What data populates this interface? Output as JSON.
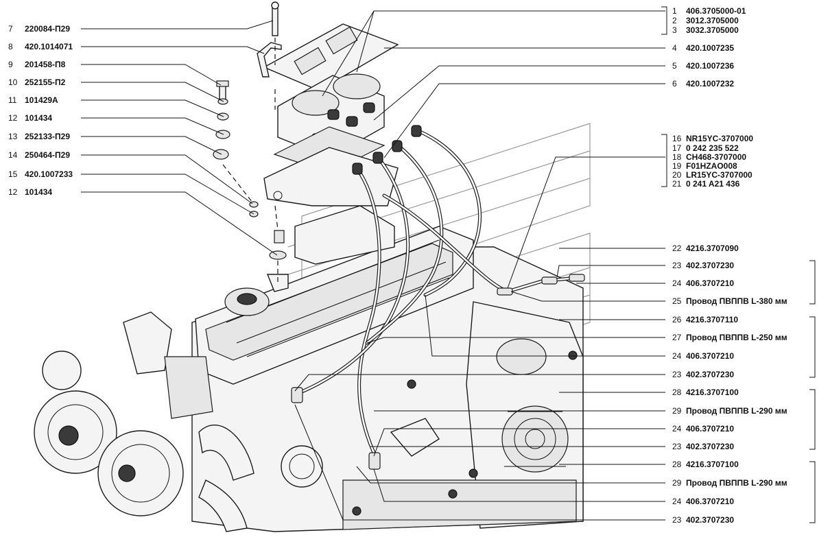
{
  "callouts_left": [
    {
      "num": "7",
      "code": "220084-П29"
    },
    {
      "num": "8",
      "code": "420.1014071"
    },
    {
      "num": "9",
      "code": "201458-П8"
    },
    {
      "num": "10",
      "code": "252155-П2"
    },
    {
      "num": "11",
      "code": "101429А"
    },
    {
      "num": "12",
      "code": "101434"
    },
    {
      "num": "13",
      "code": "252133-П29"
    },
    {
      "num": "14",
      "code": "250464-П29"
    },
    {
      "num": "15",
      "code": "420.1007233"
    },
    {
      "num": "12",
      "code": "101434"
    }
  ],
  "callouts_right": [
    {
      "num": "1",
      "code": "406.3705000-01"
    },
    {
      "num": "2",
      "code": "3012.3705000"
    },
    {
      "num": "3",
      "code": "3032.3705000"
    },
    {
      "num": "4",
      "code": "420.1007235"
    },
    {
      "num": "5",
      "code": "420.1007236"
    },
    {
      "num": "6",
      "code": "420.1007232"
    },
    {
      "num": "16",
      "code": "NR15YC-3707000"
    },
    {
      "num": "17",
      "code": "0 242 235 522"
    },
    {
      "num": "18",
      "code": "СН468-3707000"
    },
    {
      "num": "19",
      "code": "F01HZAO008"
    },
    {
      "num": "20",
      "code": "LR15YC-3707000"
    },
    {
      "num": "21",
      "code": "0  241  A21  436"
    },
    {
      "num": "22",
      "code": "4216.3707090"
    },
    {
      "num": "23",
      "code": "402.3707230"
    },
    {
      "num": "24",
      "code": "406.3707210"
    },
    {
      "num": "25",
      "code": "Провод ПВППВ L-380 мм"
    },
    {
      "num": "26",
      "code": "4216.3707110"
    },
    {
      "num": "27",
      "code": "Провод ПВППВ L-250 мм"
    },
    {
      "num": "24",
      "code": "406.3707210"
    },
    {
      "num": "23",
      "code": "402.3707230"
    },
    {
      "num": "28",
      "code": "4216.3707100"
    },
    {
      "num": "29",
      "code": "Провод ПВППВ L-290 мм"
    },
    {
      "num": "24",
      "code": "406.3707210"
    },
    {
      "num": "23",
      "code": "402.3707230"
    },
    {
      "num": "28",
      "code": "4216.3707100"
    },
    {
      "num": "29",
      "code": "Провод ПВППВ L-290 мм"
    },
    {
      "num": "24",
      "code": "406.3707210"
    },
    {
      "num": "23",
      "code": "402.3707230"
    }
  ]
}
